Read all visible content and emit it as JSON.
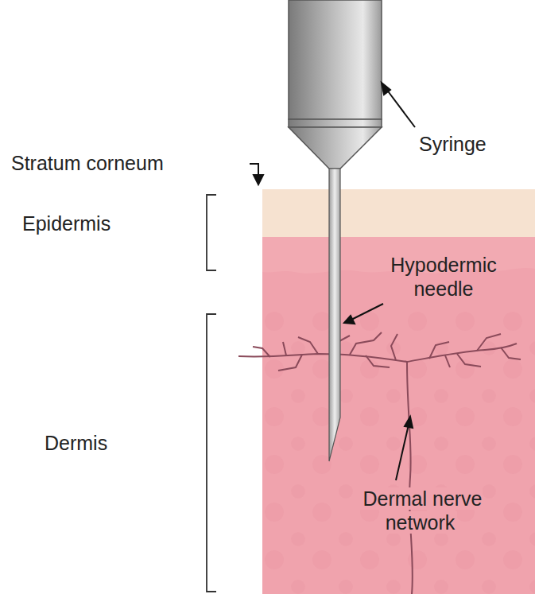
{
  "diagram": {
    "labels": [
      "Stratum corneum",
      "Syringe",
      "Epidermis",
      "Hypodermic needle",
      "Dermis",
      "Dermal nerve network"
    ]
  }
}
